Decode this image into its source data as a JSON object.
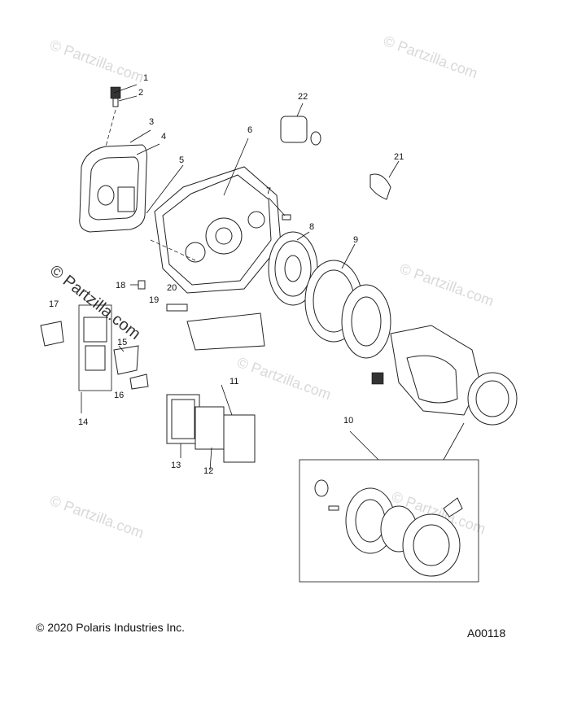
{
  "watermarks": [
    {
      "text": "© Partzilla.com"
    },
    {
      "text": "© Partzilla.com"
    },
    {
      "text": "© Partzilla.com"
    },
    {
      "text": "© Partzilla.com"
    },
    {
      "text": "© Partzilla.com"
    },
    {
      "text": "© Partzilla.com"
    },
    {
      "text": "© Partzilla.com"
    }
  ],
  "callouts": [
    "1",
    "2",
    "3",
    "4",
    "5",
    "6",
    "7",
    "8",
    "9",
    "10",
    "11",
    "12",
    "13",
    "14",
    "15",
    "16",
    "17",
    "18",
    "19",
    "20",
    "21",
    "22"
  ],
  "footer": {
    "copyright": "© 2020 Polaris Industries Inc.",
    "diagram_code": "A00118"
  }
}
